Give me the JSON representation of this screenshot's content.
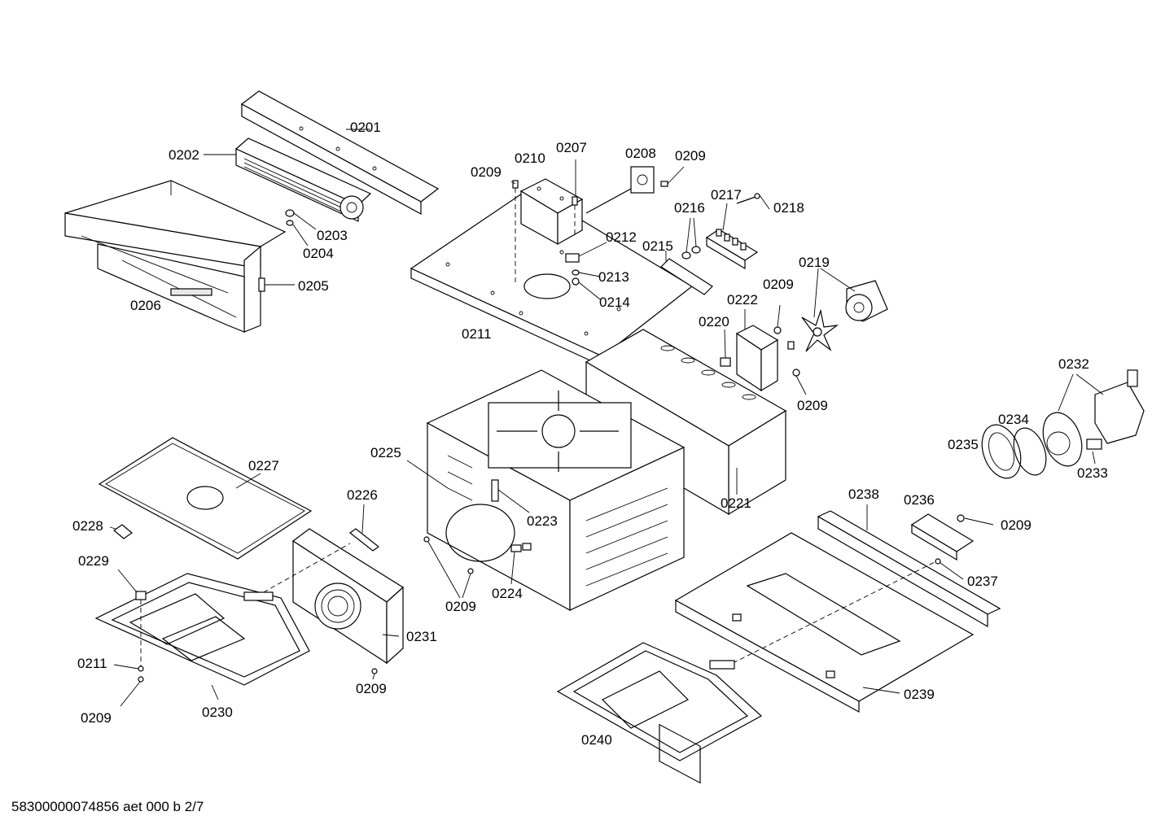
{
  "document_code": "58300000074856 aet 000 b 2/7",
  "callouts": [
    {
      "id": "c0201",
      "text": "0201"
    },
    {
      "id": "c0202",
      "text": "0202"
    },
    {
      "id": "c0203",
      "text": "0203"
    },
    {
      "id": "c0204",
      "text": "0204"
    },
    {
      "id": "c0205",
      "text": "0205"
    },
    {
      "id": "c0206",
      "text": "0206"
    },
    {
      "id": "c0207",
      "text": "0207"
    },
    {
      "id": "c0208",
      "text": "0208"
    },
    {
      "id": "c0209a",
      "text": "0209"
    },
    {
      "id": "c0209b",
      "text": "0209"
    },
    {
      "id": "c0209c",
      "text": "0209"
    },
    {
      "id": "c0209d",
      "text": "0209"
    },
    {
      "id": "c0209e",
      "text": "0209"
    },
    {
      "id": "c0209f",
      "text": "0209"
    },
    {
      "id": "c0209g",
      "text": "0209"
    },
    {
      "id": "c0209h",
      "text": "0209"
    },
    {
      "id": "c0210",
      "text": "0210"
    },
    {
      "id": "c0211a",
      "text": "0211"
    },
    {
      "id": "c0211b",
      "text": "0211"
    },
    {
      "id": "c0212",
      "text": "0212"
    },
    {
      "id": "c0213",
      "text": "0213"
    },
    {
      "id": "c0214",
      "text": "0214"
    },
    {
      "id": "c0215",
      "text": "0215"
    },
    {
      "id": "c0216",
      "text": "0216"
    },
    {
      "id": "c0217",
      "text": "0217"
    },
    {
      "id": "c0218",
      "text": "0218"
    },
    {
      "id": "c0219",
      "text": "0219"
    },
    {
      "id": "c0220",
      "text": "0220"
    },
    {
      "id": "c0221",
      "text": "0221"
    },
    {
      "id": "c0222",
      "text": "0222"
    },
    {
      "id": "c0223",
      "text": "0223"
    },
    {
      "id": "c0224",
      "text": "0224"
    },
    {
      "id": "c0225",
      "text": "0225"
    },
    {
      "id": "c0226",
      "text": "0226"
    },
    {
      "id": "c0227",
      "text": "0227"
    },
    {
      "id": "c0228",
      "text": "0228"
    },
    {
      "id": "c0229",
      "text": "0229"
    },
    {
      "id": "c0230",
      "text": "0230"
    },
    {
      "id": "c0231",
      "text": "0231"
    },
    {
      "id": "c0232",
      "text": "0232"
    },
    {
      "id": "c0233",
      "text": "0233"
    },
    {
      "id": "c0234",
      "text": "0234"
    },
    {
      "id": "c0235",
      "text": "0235"
    },
    {
      "id": "c0236",
      "text": "0236"
    },
    {
      "id": "c0237",
      "text": "0237"
    },
    {
      "id": "c0238",
      "text": "0238"
    },
    {
      "id": "c0239",
      "text": "0239"
    },
    {
      "id": "c0240",
      "text": "0240"
    }
  ]
}
